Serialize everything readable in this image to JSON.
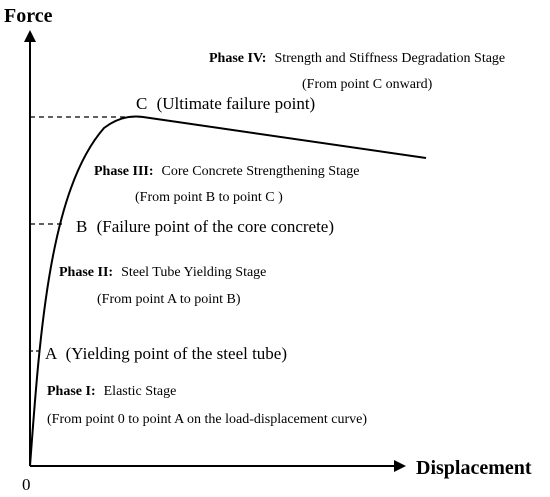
{
  "axes": {
    "y_label": "Force",
    "x_label": "Displacement",
    "origin_label": "0"
  },
  "points": {
    "A": {
      "letter": "A",
      "description": "(Yielding point of the steel tube)"
    },
    "B": {
      "letter": "B",
      "description": "(Failure point of the core concrete)"
    },
    "C": {
      "letter": "C",
      "description": "(Ultimate failure point)"
    }
  },
  "phases": [
    {
      "name": "Phase I:",
      "title": "Elastic Stage",
      "range": "(From point 0 to point A on the load-displacement curve)"
    },
    {
      "name": "Phase II:",
      "title": "Steel Tube Yielding Stage",
      "range": "(From point A to point B)"
    },
    {
      "name": "Phase III:",
      "title": "Core Concrete Strengthening Stage",
      "range": "(From point B to point C )"
    },
    {
      "name": "Phase IV:",
      "title": "Strength and Stiffness Degradation Stage",
      "range": "(From point C onward)"
    }
  ],
  "colors": {
    "ink": "#000000",
    "background": "#ffffff"
  }
}
